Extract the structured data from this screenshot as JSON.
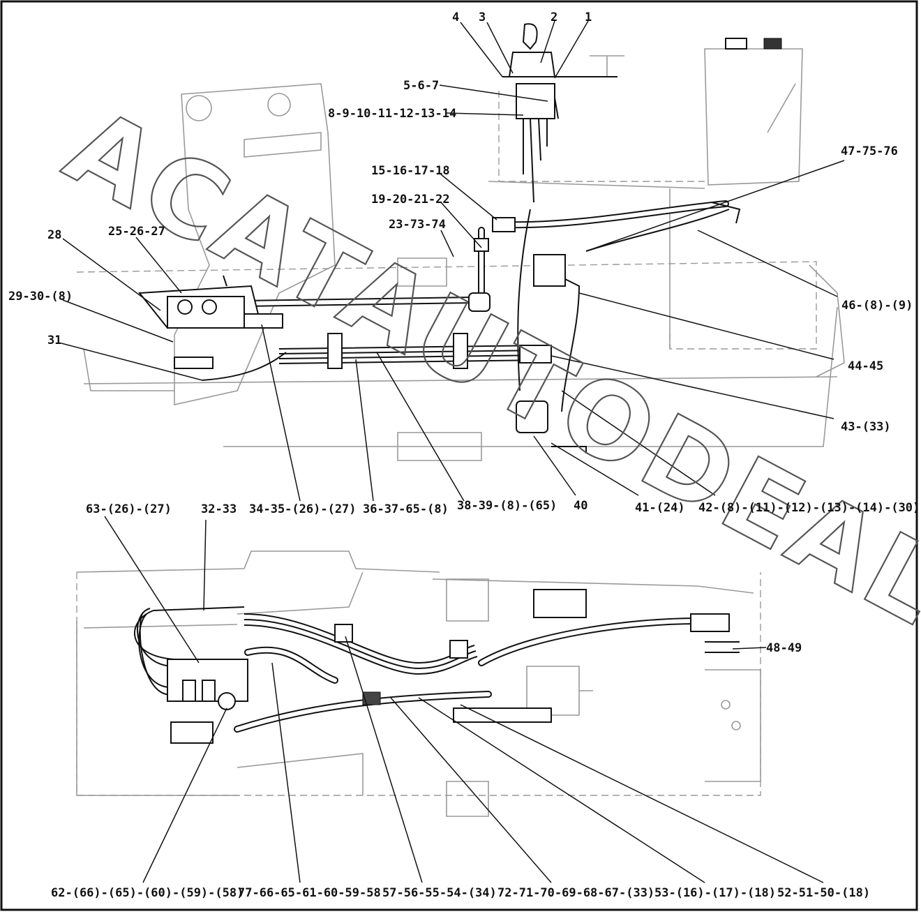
{
  "watermark": "ACATAUTODEALER.RU",
  "callouts": [
    {
      "id": "c1",
      "text": "1"
    },
    {
      "id": "c2",
      "text": "2"
    },
    {
      "id": "c3",
      "text": "3"
    },
    {
      "id": "c4",
      "text": "4"
    },
    {
      "id": "c5",
      "text": "5-6-7"
    },
    {
      "id": "c6",
      "text": "8-9-10-11-12-13-14"
    },
    {
      "id": "c7",
      "text": "15-16-17-18"
    },
    {
      "id": "c8",
      "text": "19-20-21-22"
    },
    {
      "id": "c9",
      "text": "23-73-74"
    },
    {
      "id": "c10",
      "text": "47-75-76"
    },
    {
      "id": "c11",
      "text": "28"
    },
    {
      "id": "c12",
      "text": "25-26-27"
    },
    {
      "id": "c13",
      "text": "29-30-(8)"
    },
    {
      "id": "c14",
      "text": "31"
    },
    {
      "id": "c15",
      "text": "46-(8)-(9)"
    },
    {
      "id": "c16",
      "text": "44-45"
    },
    {
      "id": "c17",
      "text": "43-(33)"
    },
    {
      "id": "c18",
      "text": "63-(26)-(27)"
    },
    {
      "id": "c19",
      "text": "32-33"
    },
    {
      "id": "c20",
      "text": "34-35-(26)-(27)"
    },
    {
      "id": "c21",
      "text": "36-37-65-(8)"
    },
    {
      "id": "c22",
      "text": "38-39-(8)-(65)"
    },
    {
      "id": "c23",
      "text": "40"
    },
    {
      "id": "c24",
      "text": "41-(24)"
    },
    {
      "id": "c25",
      "text": "42-(8)-(11)-(12)-(13)-(14)-(30)"
    },
    {
      "id": "c26",
      "text": "48-49"
    },
    {
      "id": "c27",
      "text": "62-(66)-(65)-(60)-(59)-(58)"
    },
    {
      "id": "c28",
      "text": "77-66-65-61-60-59-58"
    },
    {
      "id": "c29",
      "text": "57-56-55-54-(34)"
    },
    {
      "id": "c30",
      "text": "72-71-70-69-68-67-(33)"
    },
    {
      "id": "c31",
      "text": "53-(16)-(17)-(18)"
    },
    {
      "id": "c32",
      "text": "52-51-50-(18)"
    }
  ]
}
